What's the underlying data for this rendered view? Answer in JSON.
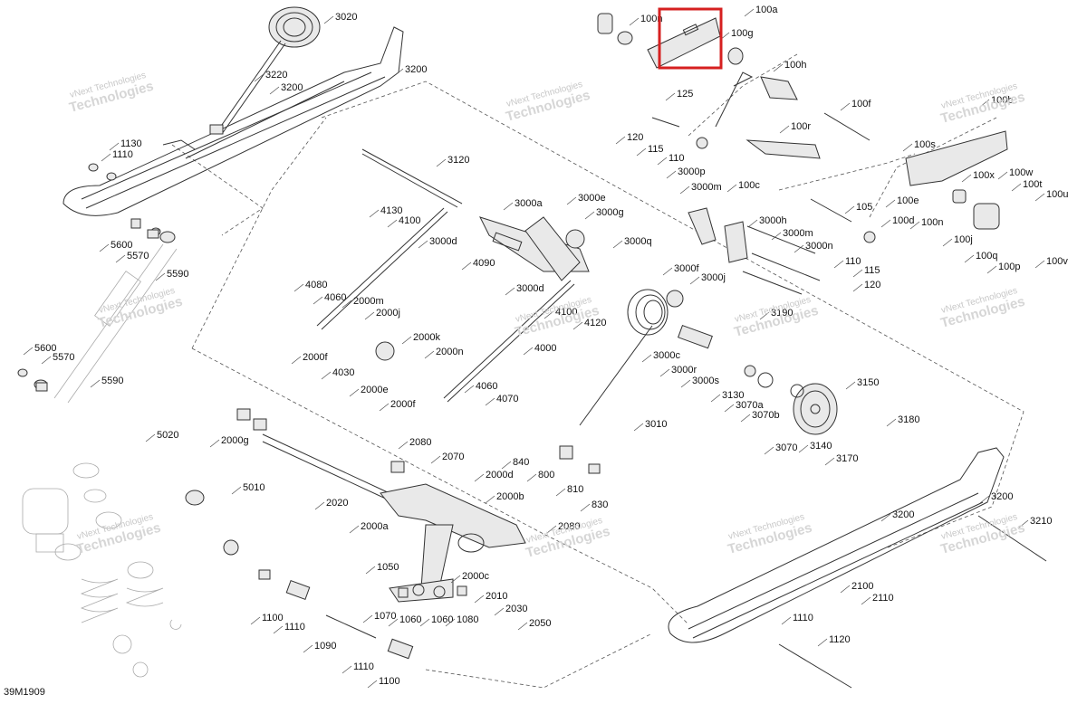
{
  "diagram": {
    "drawing_id": "39M1909",
    "watermark": {
      "line1": "vNext Technologies",
      "line2": "Technologies"
    },
    "highlight": {
      "target": "100a",
      "color": "#d62020"
    },
    "callouts": [
      "3020",
      "3220",
      "3200",
      "3200",
      "1130",
      "1110",
      "5600",
      "5570",
      "5590",
      "5600",
      "5570",
      "5590",
      "5020",
      "5010",
      "3120",
      "4130",
      "4100",
      "3000d",
      "4080",
      "4060",
      "2000m",
      "2000j",
      "2000k",
      "2000n",
      "2000f",
      "4030",
      "2000e",
      "2000f",
      "3000a",
      "4090",
      "3000e",
      "3000g",
      "3000q",
      "3000d",
      "4100",
      "4120",
      "4000",
      "4060",
      "4070",
      "3010",
      "3000f",
      "3000c",
      "3000r",
      "3000s",
      "3130",
      "3070a",
      "3070b",
      "3070",
      "3150",
      "3140",
      "3170",
      "3180",
      "100a",
      "100n",
      "100g",
      "100h",
      "125",
      "100f",
      "120",
      "115",
      "110",
      "100r",
      "100c",
      "3000p",
      "3000m",
      "3000h",
      "3000m",
      "3000n",
      "3000j",
      "105",
      "110",
      "115",
      "120",
      "3190",
      "100b",
      "100s",
      "100e",
      "100d",
      "100n",
      "100x",
      "100w",
      "100t",
      "100u",
      "100j",
      "100q",
      "100p",
      "100v",
      "2000g",
      "2080",
      "2070",
      "2000d",
      "2000b",
      "2020",
      "2000a",
      "840",
      "800",
      "810",
      "830",
      "2080",
      "1050",
      "2000c",
      "2010",
      "2030",
      "2050",
      "1070",
      "1060",
      "1060",
      "1080",
      "1100",
      "1110",
      "1090",
      "1110",
      "1100",
      "3200",
      "3200",
      "3210",
      "2100",
      "2110",
      "1110",
      "1120"
    ]
  }
}
